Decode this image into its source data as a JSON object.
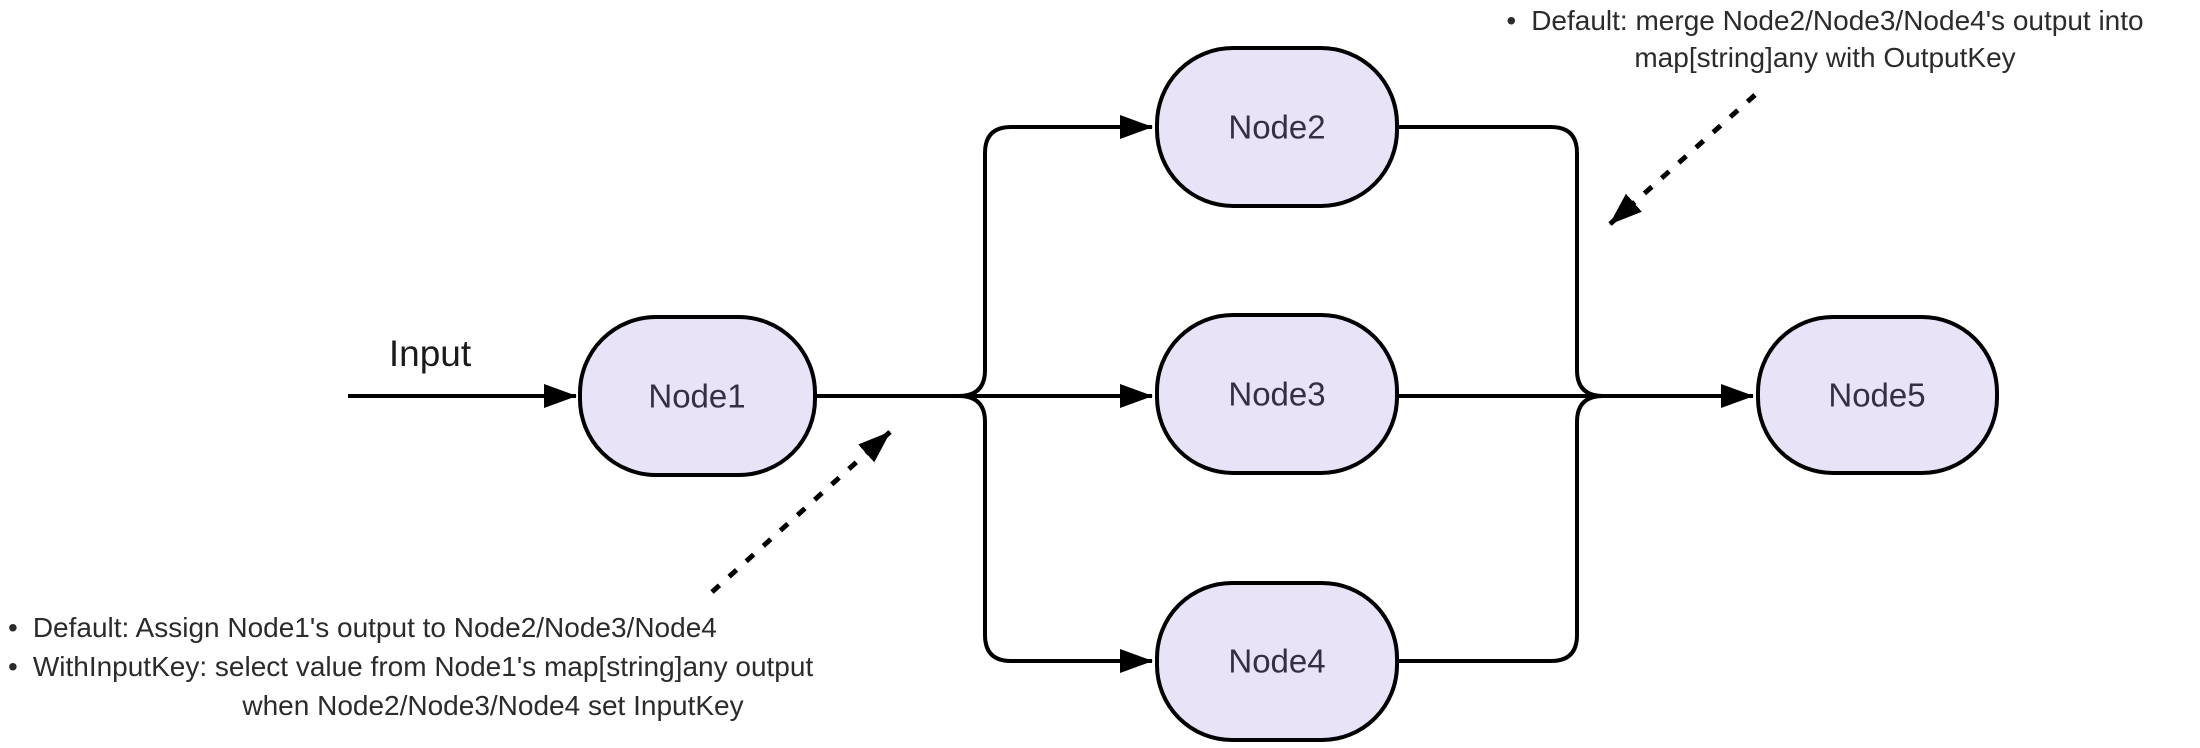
{
  "diagram": {
    "input_label": "Input",
    "nodes": [
      {
        "id": "node1",
        "label": "Node1"
      },
      {
        "id": "node2",
        "label": "Node2"
      },
      {
        "id": "node3",
        "label": "Node3"
      },
      {
        "id": "node4",
        "label": "Node4"
      },
      {
        "id": "node5",
        "label": "Node5"
      }
    ],
    "annotations": {
      "merge_note": {
        "bullet": "•",
        "line1": "Default: merge Node2/Node3/Node4's output into",
        "line2": "map[string]any with OutputKey"
      },
      "assign_note": {
        "bullet1": "•",
        "item1": "Default: Assign Node1's output to Node2/Node3/Node4",
        "bullet2": "•",
        "item2": "WithInputKey: select value from Node1's map[string]any output",
        "item2_wrap": "when Node2/Node3/Node4 set InputKey"
      }
    },
    "colors": {
      "node_fill": "#E9E3F8",
      "node_border": "#000000",
      "edge": "#000000",
      "node_text": "#352F44",
      "annotation_text": "#2B2B2B"
    }
  }
}
